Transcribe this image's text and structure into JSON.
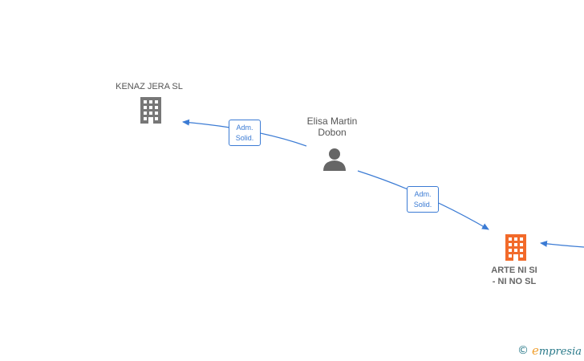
{
  "nodes": {
    "kenaz": {
      "label": "KENAZ JERA  SL",
      "icon": "building-icon",
      "color": "#777777"
    },
    "person": {
      "label_line1": "Elisa Martin",
      "label_line2": "Dobon",
      "icon": "person-icon",
      "color": "#666666"
    },
    "arte": {
      "label_line1": "ARTE NI SI",
      "label_line2": "-  NI NO  SL",
      "icon": "building-icon",
      "color": "#f26a2a"
    }
  },
  "edges": [
    {
      "label_line1": "Adm.",
      "label_line2": "Solid."
    },
    {
      "label_line1": "Adm.",
      "label_line2": "Solid."
    }
  ],
  "colors": {
    "edge": "#3b7bd4",
    "text": "#555555"
  },
  "footer": {
    "copyright": "©",
    "brand_initial": "e",
    "brand_rest": "mpresia"
  }
}
